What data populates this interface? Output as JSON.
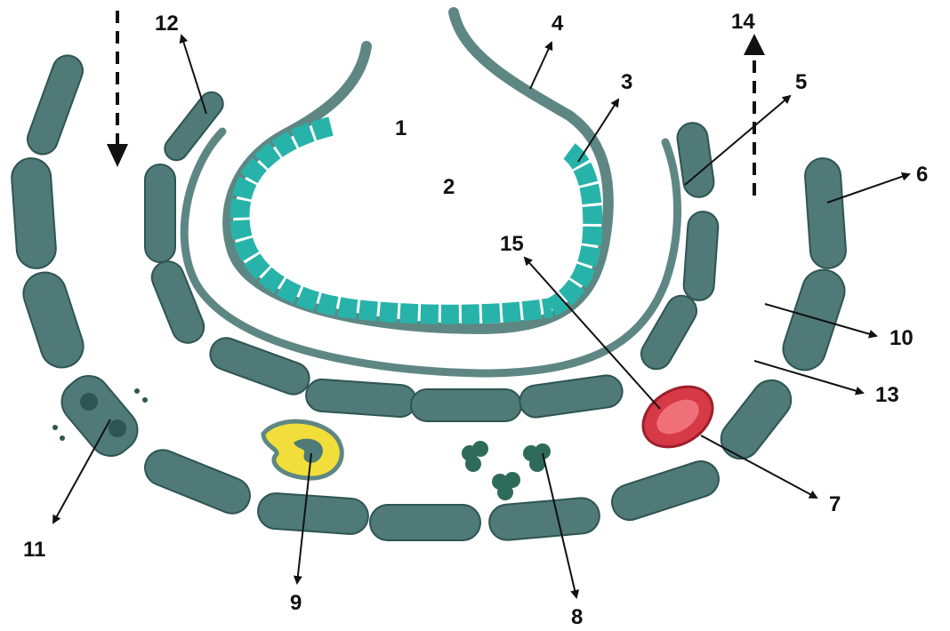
{
  "colors": {
    "background": "#ffffff",
    "cell": "#4f7a77",
    "cell_dark": "#2e5552",
    "membrane": "#5e8784",
    "epithelium": "#27b3aa",
    "erythrocyte": "#d63a46",
    "erythrocyte_core": "#ef7078",
    "leukocyte": "#f2de3a",
    "label": "#111111"
  },
  "labels": {
    "l1": "1",
    "l2": "2",
    "l3": "3",
    "l4": "4",
    "l5": "5",
    "l6": "6",
    "l7": "7",
    "l8": "8",
    "l9": "9",
    "l10": "10",
    "l11": "11",
    "l12": "12",
    "l13": "13",
    "l14": "14",
    "l15": "15"
  },
  "icons": {
    "flow_in": "dashed-arrow-down-icon",
    "flow_out": "dashed-arrow-up-icon"
  }
}
